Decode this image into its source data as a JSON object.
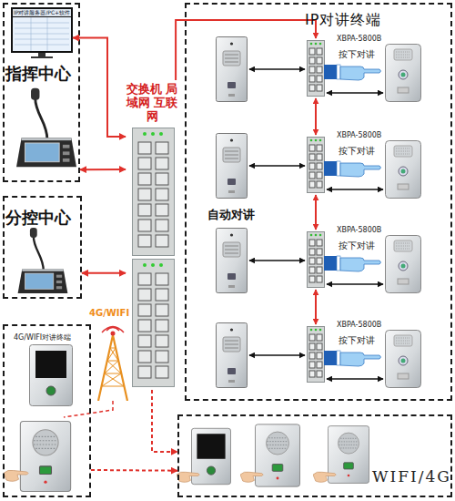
{
  "diagram": {
    "nodes": [
      {
        "text": [
          "指挥中心"
        ]
      },
      {
        "text": [
          "IP对讲服务器/PC+软件"
        ],
        "in": 0
      },
      {
        "text": [
          "分控中心"
        ]
      },
      {
        "text": [
          "交换机 局域网 互联网"
        ]
      },
      {
        "text": [
          "IP对讲终端"
        ]
      },
      {
        "text": [
          "XBPA-5800B"
        ],
        "in": 4
      },
      {
        "text": [
          "XBPA-5800B"
        ],
        "in": 4
      },
      {
        "text": [
          "XBPA-5800B"
        ],
        "in": 4
      },
      {
        "text": [
          "XBPA-5800B"
        ],
        "in": 4
      },
      {
        "text": [
          "4G/WIFI对讲终端"
        ]
      },
      {
        "text": [
          "WIFI/4G"
        ]
      }
    ],
    "edges": [
      {
        "from": 3,
        "to": 1,
        "arrow": "both"
      },
      {
        "from": 0,
        "to": 3,
        "arrow": "both"
      },
      {
        "from": 2,
        "to": 3,
        "arrow": "both"
      },
      {
        "from": 3,
        "to": 4,
        "arrow": "none"
      },
      {
        "from": 3,
        "to": 10,
        "arrow": "to"
      },
      {
        "from": 9,
        "to": 10,
        "arrow": "to"
      }
    ],
    "labels": [
      "按下对讲",
      "按下对讲",
      "自动对讲",
      "按下对讲",
      "4G/WIFI",
      "按下对讲"
    ]
  }
}
